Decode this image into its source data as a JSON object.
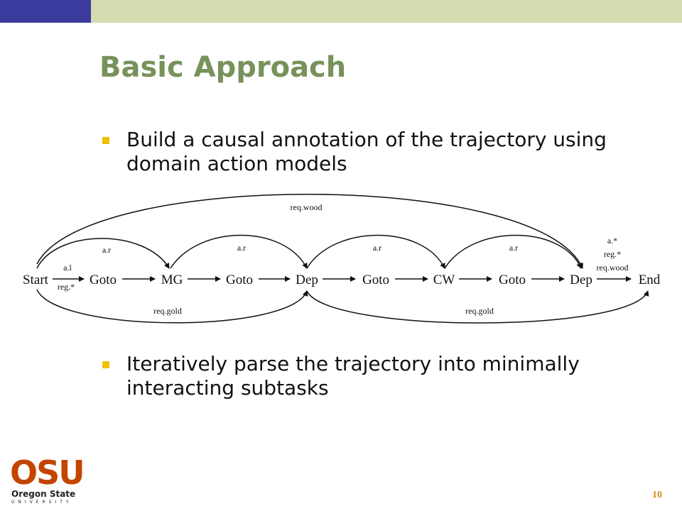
{
  "slide": {
    "title": "Basic Approach",
    "bullets": [
      "Build a causal annotation of the trajectory using domain action models",
      "Iteratively parse the trajectory into minimally interacting subtasks"
    ],
    "page_number": "10",
    "logo": {
      "mark": "OSU",
      "name": "Oregon State",
      "subtitle": "UNIVERSITY"
    },
    "colors": {
      "title": "#77925a",
      "topbar_left": "#3b3b9e",
      "topbar_right": "#d7dbb0",
      "bullet": "#f0c000",
      "logo": "#c34500"
    }
  },
  "diagram": {
    "nodes": [
      "Start",
      "Goto",
      "MG",
      "Goto",
      "Dep",
      "Goto",
      "CW",
      "Goto",
      "Dep",
      "End"
    ],
    "labels": {
      "start_goto_top": "a.l",
      "start_goto_bottom": "reg.*",
      "start_mg": "a.r",
      "mg_dep": "a.r",
      "dep_cw": "a.r",
      "cw_dep": "a.r",
      "dep_end_1": "a.*",
      "dep_end_2": "reg.*",
      "dep_end_3": "req.wood",
      "start_dep2_wood": "req.wood",
      "start_dep_gold": "req.gold",
      "dep_end_gold": "req.gold"
    }
  }
}
